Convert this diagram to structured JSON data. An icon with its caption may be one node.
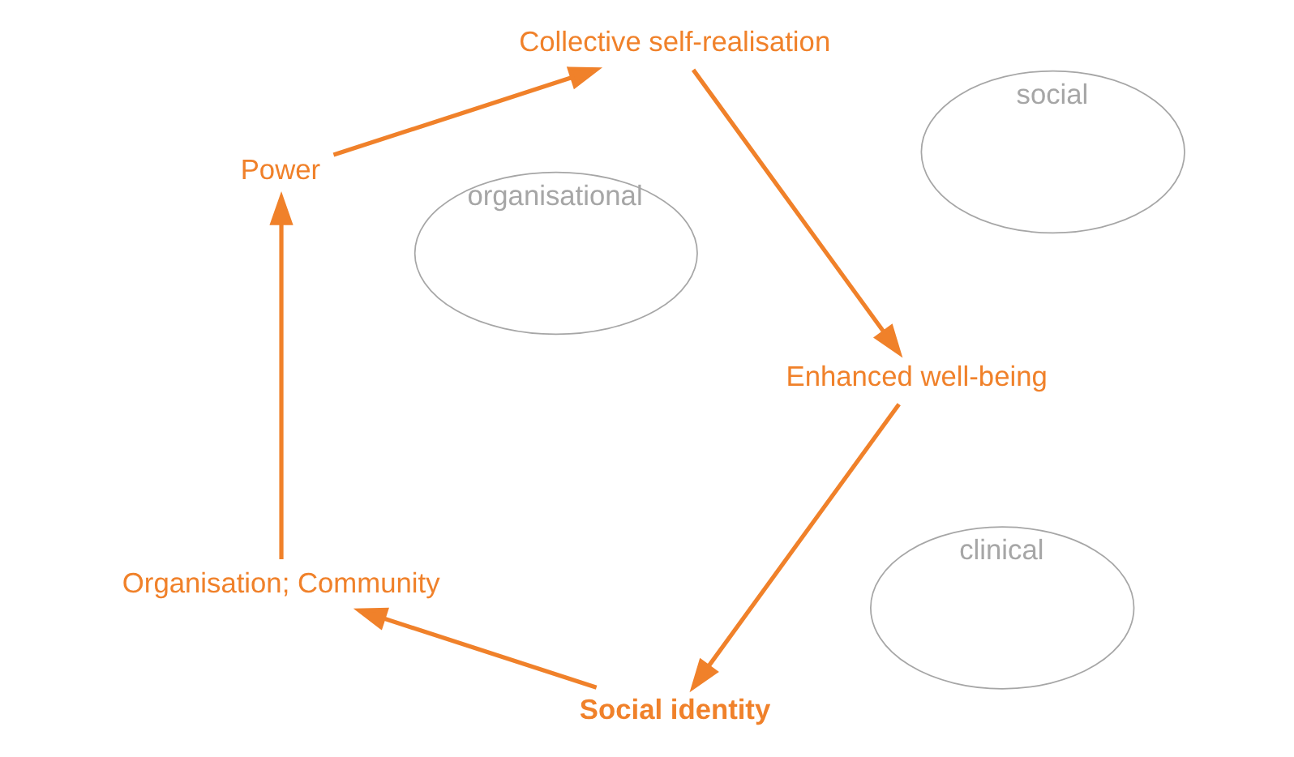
{
  "diagram": {
    "nodes": [
      {
        "text": [
          "Social identity"
        ]
      },
      {
        "text": [
          "Organisation; Community"
        ]
      },
      {
        "text": [
          "Power"
        ]
      },
      {
        "text": [
          "Collective self-realisation"
        ]
      },
      {
        "text": [
          "Enhanced well-being"
        ]
      },
      {
        "text": [
          "clinical"
        ]
      },
      {
        "text": [
          "social"
        ]
      },
      {
        "text": [
          "organisational"
        ]
      }
    ],
    "edges": [
      {
        "from": 0,
        "to": 1,
        "arrow": "to"
      },
      {
        "from": 1,
        "to": 2,
        "arrow": "to"
      },
      {
        "from": 2,
        "to": 3,
        "arrow": "to"
      },
      {
        "from": 3,
        "to": 4,
        "arrow": "to"
      },
      {
        "from": 4,
        "to": 0,
        "arrow": "to"
      }
    ]
  }
}
